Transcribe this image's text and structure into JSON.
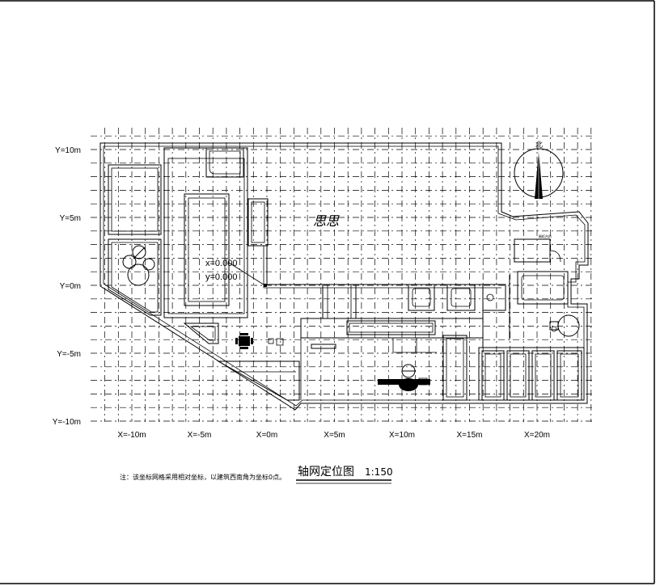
{
  "drawing": {
    "title": "轴网定位图",
    "scale": "1:150",
    "note": "注：该坐标网格采用相对坐标，以建筑西南角为坐标0点。",
    "room_label": "思思",
    "north_label": "北",
    "small_label": "橱柜台阶",
    "origin": {
      "x_label": "x=0.000",
      "y_label": "y=0.000"
    }
  },
  "axes": {
    "x_labels": [
      "X=-10m",
      "X=-5m",
      "X=0m",
      "X=5m",
      "X=10m",
      "X=15m",
      "X=20m"
    ],
    "y_labels": [
      "Y=10m",
      "Y=5m",
      "Y=0m",
      "Y=-5m",
      "Y=-10m"
    ]
  },
  "grid": {
    "x_range": [
      -12,
      24
    ],
    "y_range": [
      -10,
      11
    ],
    "step_m": 1,
    "label_step_m": 5
  }
}
